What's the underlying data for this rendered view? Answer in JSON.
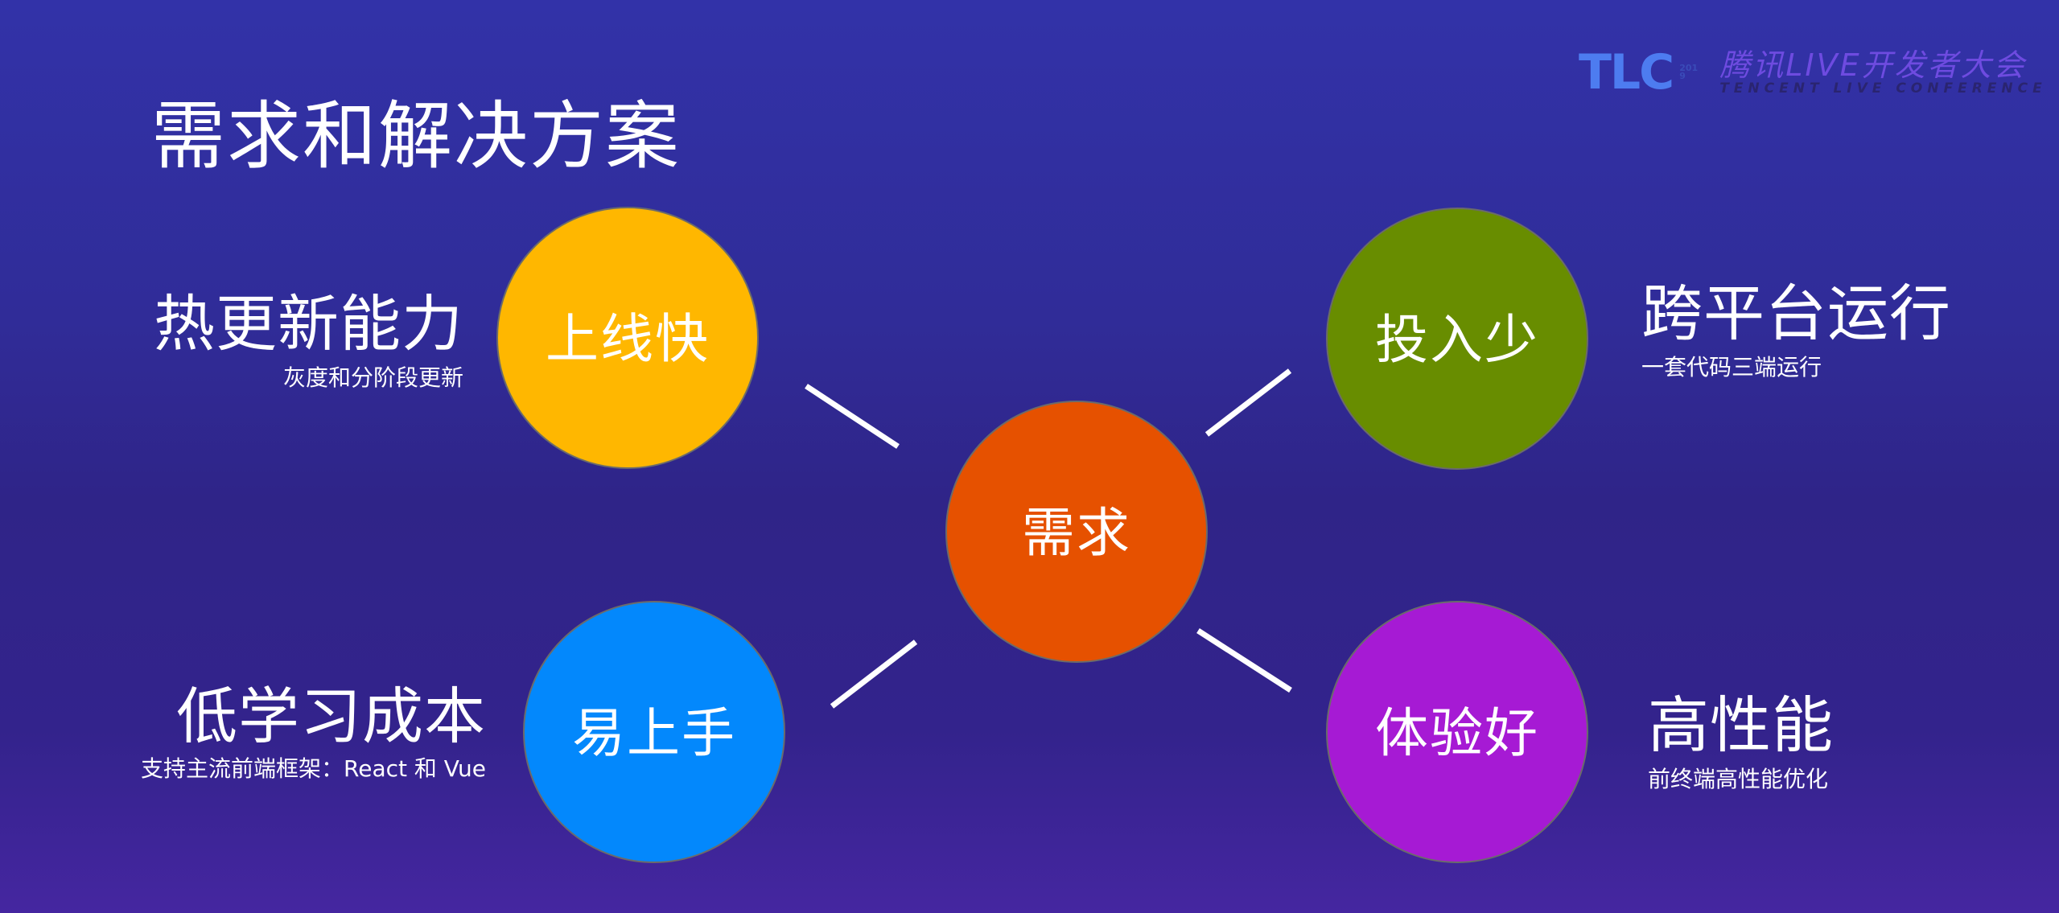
{
  "slide": {
    "title": "需求和解决方案",
    "background_colors": [
      "#3232A8",
      "#2F2488",
      "#4526A0"
    ]
  },
  "logo": {
    "brand": "TLC",
    "year": "2019",
    "name_cn": "腾讯LIVE开发者大会",
    "name_en": "TENCENT LIVE CONFERENCE",
    "brand_color": "#4D7CF0"
  },
  "center_node": {
    "label": "需求",
    "color": "#E65100"
  },
  "nodes": [
    {
      "position": "top-left",
      "label": "上线快",
      "color": "#FFB700",
      "feature_title": "热更新能力",
      "feature_subtitle": "灰度和分阶段更新"
    },
    {
      "position": "top-right",
      "label": "投入少",
      "color": "#688D00",
      "feature_title": "跨平台运行",
      "feature_subtitle": "一套代码三端运行"
    },
    {
      "position": "bottom-left",
      "label": "易上手",
      "color": "#0388FC",
      "feature_title": "低学习成本",
      "feature_subtitle": "支持主流前端框架：React 和 Vue"
    },
    {
      "position": "bottom-right",
      "label": "体验好",
      "color": "#A61AD4",
      "feature_title": "高性能",
      "feature_subtitle": "前终端高性能优化"
    }
  ],
  "connector_color": "#FFFFFF"
}
